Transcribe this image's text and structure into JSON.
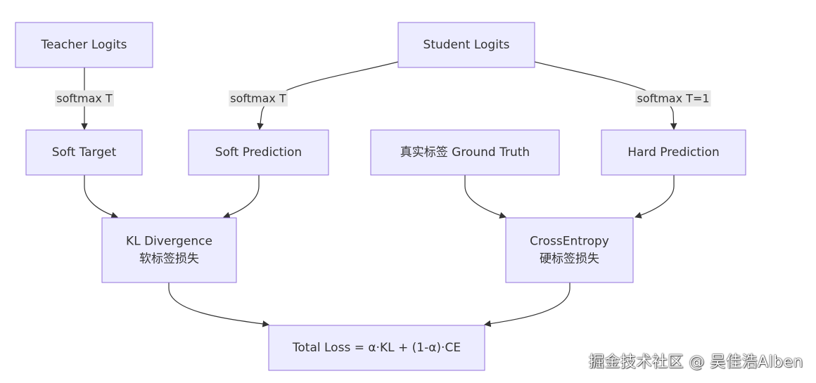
{
  "diagram": {
    "nodes": {
      "teacher_logits": {
        "lines": [
          "Teacher Logits"
        ]
      },
      "student_logits": {
        "lines": [
          "Student Logits"
        ]
      },
      "soft_target": {
        "lines": [
          "Soft Target"
        ]
      },
      "soft_prediction": {
        "lines": [
          "Soft Prediction"
        ]
      },
      "ground_truth": {
        "lines": [
          "真实标签 Ground Truth"
        ]
      },
      "hard_prediction": {
        "lines": [
          "Hard Prediction"
        ]
      },
      "kl_divergence": {
        "lines": [
          "KL Divergence",
          "软标签损失"
        ]
      },
      "cross_entropy": {
        "lines": [
          "CrossEntropy",
          "硬标签损失"
        ]
      },
      "total_loss": {
        "lines": [
          "Total Loss = α·KL + (1-α)·CE"
        ]
      }
    },
    "edges": [
      {
        "from": "teacher_logits",
        "to": "soft_target",
        "label": "softmax T"
      },
      {
        "from": "student_logits",
        "to": "soft_prediction",
        "label": "softmax T"
      },
      {
        "from": "student_logits",
        "to": "hard_prediction",
        "label": "softmax T=1"
      },
      {
        "from": "soft_target",
        "to": "kl_divergence",
        "label": ""
      },
      {
        "from": "soft_prediction",
        "to": "kl_divergence",
        "label": ""
      },
      {
        "from": "ground_truth",
        "to": "cross_entropy",
        "label": ""
      },
      {
        "from": "hard_prediction",
        "to": "cross_entropy",
        "label": ""
      },
      {
        "from": "kl_divergence",
        "to": "total_loss",
        "label": ""
      },
      {
        "from": "cross_entropy",
        "to": "total_loss",
        "label": ""
      }
    ]
  },
  "watermark": "掘金技术社区 @ 吴佳浩Alben",
  "colors": {
    "node_fill": "#ECECFF",
    "node_stroke": "#9370DB",
    "edge": "#333333",
    "edge_label_bg": "#e8e8e8",
    "text": "#333333"
  }
}
